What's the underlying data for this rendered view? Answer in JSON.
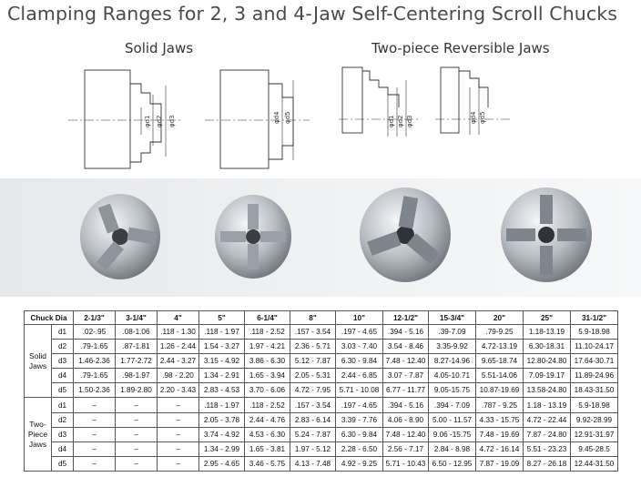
{
  "title": "Clamping Ranges for 2, 3 and 4-Jaw Self-Centering Scroll Chucks",
  "headings": {
    "solid": "Solid Jaws",
    "reversible": "Two-piece Reversible Jaws"
  },
  "drawings": {
    "labels_a": [
      "φd1",
      "φd2",
      "φd3"
    ],
    "labels_b": [
      "φd4",
      "φd5"
    ]
  },
  "photos": [
    {
      "name": "3-jaw solid chuck"
    },
    {
      "name": "4-jaw solid chuck"
    },
    {
      "name": "3-jaw reversible chuck"
    },
    {
      "name": "4-jaw reversible chuck"
    }
  ],
  "table": {
    "header": [
      "Chuck Dia",
      "2-1/3\"",
      "3-1/4\"",
      "4\"",
      "5\"",
      "6-1/4\"",
      "8\"",
      "10\"",
      "12-1/2\"",
      "15-3/4\"",
      "20\"",
      "25\"",
      "31-1/2\""
    ],
    "groups": [
      {
        "label_lines": [
          "Solid",
          "Jaws"
        ],
        "rows": [
          {
            "d": "d1",
            "cells": [
              ".02-.95",
              ".08-1.06",
              ".118 - 1.30",
              ".118 - 1.97",
              ".118 - 2.52",
              ".157 - 3.54",
              ".197 - 4.65",
              ".394 - 5.16",
              ".39-7.09",
              ".79-9.25",
              "1.18-13.19",
              "5.9-18.98"
            ]
          },
          {
            "d": "d2",
            "cells": [
              ".79-1.65",
              ".87-1.81",
              "1.26 - 2.44",
              "1.54 - 3.27",
              "1.97 - 4.21",
              "2.36 - 5.71",
              "3.03 - 7.40",
              "3.54 - 8.46",
              "3.35-9.92",
              "4.72-13.19",
              "6.30-18.31",
              "11.10-24.17"
            ]
          },
          {
            "d": "d3",
            "cells": [
              "1.46-2.36",
              "1.77-2.72",
              "2.44 - 3.27",
              "3.15 - 4.92",
              "3.86 - 6.30",
              "5.12 - 7.87",
              "6.30 - 9.84",
              "7.48 - 12.40",
              "8.27-14.96",
              "9.65-18.74",
              "12.80-24.80",
              "17.64-30.71"
            ]
          },
          {
            "d": "d4",
            "cells": [
              ".79-1.65",
              ".98-1.97",
              ".98 - 2.20",
              "1.34 - 2.91",
              "1.65 - 3.94",
              "2.05 - 5.31",
              "2.44 - 6.85",
              "3.07 - 7.87",
              "4.05-10.71",
              "5.51-14.06",
              "7.09-19.17",
              "11.89-24.96"
            ]
          },
          {
            "d": "d5",
            "cells": [
              "1.50-2.36",
              "1.89-2.80",
              "2.20 - 3.43",
              "2.83 - 4.53",
              "3.70 - 6.06",
              "4.72 - 7.95",
              "5.71 - 10.08",
              "6.77 - 11.77",
              "9.05-15.75",
              "10.87-19.69",
              "13.58-24.80",
              "18.43-31.50"
            ]
          }
        ]
      },
      {
        "label_lines": [
          "Two-",
          "Piece",
          "Jaws"
        ],
        "rows": [
          {
            "d": "d1",
            "cells": [
              "–",
              "–",
              "–",
              ".118 - 1.97",
              ".118 - 2.52",
              ".157 - 3.54",
              ".197 - 4.65",
              ".394 - 5.16",
              ".394 - 7.09",
              ".787 - 9.25",
              "1.18 - 13.19",
              "5.9-18.98"
            ]
          },
          {
            "d": "d2",
            "cells": [
              "–",
              "–",
              "–",
              "2.05 - 3.78",
              "2.44 - 4.76",
              "2.83 - 6.14",
              "3.39 - 7.76",
              "4.06 - 8.90",
              "5.00 - 11.57",
              "4.33 - 15.75",
              "4.72 - 22.44",
              "9.92-28.99"
            ]
          },
          {
            "d": "d3",
            "cells": [
              "–",
              "–",
              "–",
              "3.74 - 4.92",
              "4.53 - 6.30",
              "5.24 - 7.87",
              "6.30 - 9.84",
              "7.48 - 12.40",
              "9.06 -15.75",
              "7.48 - 19.69",
              "7.87 - 24.80",
              "12.91-31.97"
            ]
          },
          {
            "d": "d4",
            "cells": [
              "–",
              "–",
              "–",
              "1.34 - 2.99",
              "1.65 - 3.81",
              "1.97 - 5.12",
              "2.28 - 6.50",
              "2.56 - 7.17",
              "2.84 - 8.98",
              "4.72 - 16.14",
              "5.51 - 23.23",
              "9.45-28.5"
            ]
          },
          {
            "d": "d5",
            "cells": [
              "–",
              "–",
              "–",
              "2.95 - 4.65",
              "3.46 - 5.75",
              "4.13 - 7.48",
              "4.92 - 9.25",
              "5.71 - 10.43",
              "6.50 - 12.95",
              "7.87 - 19.09",
              "8.27 - 26.18",
              "12.44-31.50"
            ]
          }
        ]
      }
    ]
  }
}
